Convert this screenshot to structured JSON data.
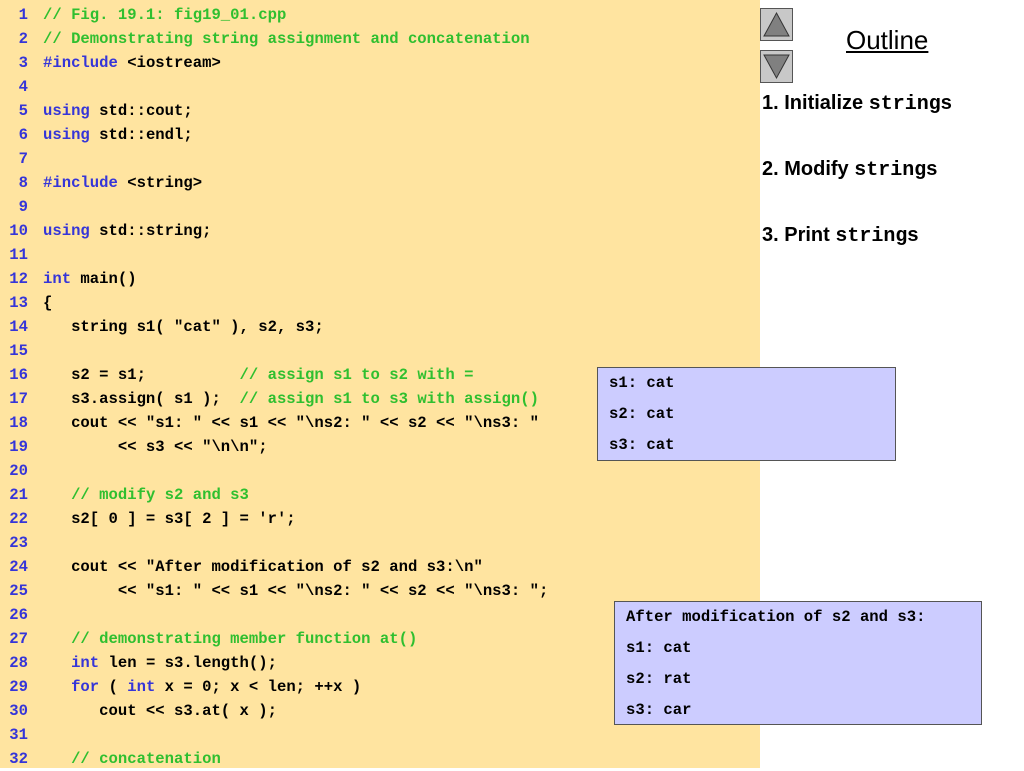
{
  "code_lines": [
    {
      "num": "1",
      "parts": [
        {
          "t": "// Fig. 19.1: fig19_01.cpp",
          "c": "c"
        }
      ]
    },
    {
      "num": "2",
      "parts": [
        {
          "t": "// Demonstrating string assignment and concatenation",
          "c": "c"
        }
      ]
    },
    {
      "num": "3",
      "parts": [
        {
          "t": "#include",
          "c": "k"
        },
        {
          "t": " <iostream>",
          "c": ""
        }
      ]
    },
    {
      "num": "4",
      "parts": []
    },
    {
      "num": "5",
      "parts": [
        {
          "t": "using",
          "c": "k"
        },
        {
          "t": " std::cout;",
          "c": ""
        }
      ]
    },
    {
      "num": "6",
      "parts": [
        {
          "t": "using",
          "c": "k"
        },
        {
          "t": " std::endl;",
          "c": ""
        }
      ]
    },
    {
      "num": "7",
      "parts": []
    },
    {
      "num": "8",
      "parts": [
        {
          "t": "#include",
          "c": "k"
        },
        {
          "t": " <string>",
          "c": ""
        }
      ]
    },
    {
      "num": "9",
      "parts": []
    },
    {
      "num": "10",
      "parts": [
        {
          "t": "using",
          "c": "k"
        },
        {
          "t": " std::string;",
          "c": ""
        }
      ]
    },
    {
      "num": "11",
      "parts": []
    },
    {
      "num": "12",
      "parts": [
        {
          "t": "int",
          "c": "k"
        },
        {
          "t": " main()",
          "c": ""
        }
      ]
    },
    {
      "num": "13",
      "parts": [
        {
          "t": "{",
          "c": ""
        }
      ]
    },
    {
      "num": "14",
      "parts": [
        {
          "t": "   string s1( \"cat\" ), s2, s3;",
          "c": ""
        }
      ]
    },
    {
      "num": "15",
      "parts": []
    },
    {
      "num": "16",
      "parts": [
        {
          "t": "   s2 = s1;          ",
          "c": ""
        },
        {
          "t": "// assign s1 to s2 with =",
          "c": "c"
        }
      ]
    },
    {
      "num": "17",
      "parts": [
        {
          "t": "   s3.assign( s1 );  ",
          "c": ""
        },
        {
          "t": "// assign s1 to s3 with assign()",
          "c": "c"
        }
      ]
    },
    {
      "num": "18",
      "parts": [
        {
          "t": "   cout << \"s1: \" << s1 << \"\\ns2: \" << s2 << \"\\ns3: \"",
          "c": ""
        }
      ]
    },
    {
      "num": "19",
      "parts": [
        {
          "t": "        << s3 << \"\\n\\n\";",
          "c": ""
        }
      ]
    },
    {
      "num": "20",
      "parts": []
    },
    {
      "num": "21",
      "parts": [
        {
          "t": "   ",
          "c": ""
        },
        {
          "t": "// modify s2 and s3",
          "c": "c"
        }
      ]
    },
    {
      "num": "22",
      "parts": [
        {
          "t": "   s2[ 0 ] = s3[ 2 ] = 'r';",
          "c": ""
        }
      ]
    },
    {
      "num": "23",
      "parts": []
    },
    {
      "num": "24",
      "parts": [
        {
          "t": "   cout << \"After modification of s2 and s3:\\n\"",
          "c": ""
        }
      ]
    },
    {
      "num": "25",
      "parts": [
        {
          "t": "        << \"s1: \" << s1 << \"\\ns2: \" << s2 << \"\\ns3: \";",
          "c": ""
        }
      ]
    },
    {
      "num": "26",
      "parts": []
    },
    {
      "num": "27",
      "parts": [
        {
          "t": "   ",
          "c": ""
        },
        {
          "t": "// demonstrating member function at()",
          "c": "c"
        }
      ]
    },
    {
      "num": "28",
      "parts": [
        {
          "t": "   ",
          "c": ""
        },
        {
          "t": "int",
          "c": "k"
        },
        {
          "t": " len = s3.length();",
          "c": ""
        }
      ]
    },
    {
      "num": "29",
      "parts": [
        {
          "t": "   ",
          "c": ""
        },
        {
          "t": "for",
          "c": "k"
        },
        {
          "t": " ( ",
          "c": ""
        },
        {
          "t": "int",
          "c": "k"
        },
        {
          "t": " x = 0; x < len; ++x )",
          "c": ""
        }
      ]
    },
    {
      "num": "30",
      "parts": [
        {
          "t": "      cout << s3.at( x );",
          "c": ""
        }
      ]
    },
    {
      "num": "31",
      "parts": []
    },
    {
      "num": "32",
      "parts": [
        {
          "t": "   ",
          "c": ""
        },
        {
          "t": "// concatenation",
          "c": "c"
        }
      ]
    }
  ],
  "nav": {
    "up_icon": "triangle-up",
    "down_icon": "triangle-down"
  },
  "outline": {
    "title": "Outline",
    "items": [
      {
        "prefix": "1. Initialize ",
        "code": "string",
        "suffix": "s"
      },
      {
        "prefix": "2. Modify ",
        "code": "string",
        "suffix": "s"
      },
      {
        "prefix": "3. Print ",
        "code": "string",
        "suffix": "s"
      }
    ]
  },
  "output_box_1": {
    "lines": [
      "s1: cat",
      "s2: cat",
      "s3: cat"
    ]
  },
  "output_box_2": {
    "lines": [
      "After modification of s2 and s3:",
      "s1: cat",
      "s2: rat",
      "s3: car"
    ]
  },
  "colors": {
    "code_background": "#ffe4a0",
    "comment": "#2fbf2f",
    "keyword": "#3535d8",
    "line_number": "#3535d8",
    "output_background": "#ccccff"
  }
}
